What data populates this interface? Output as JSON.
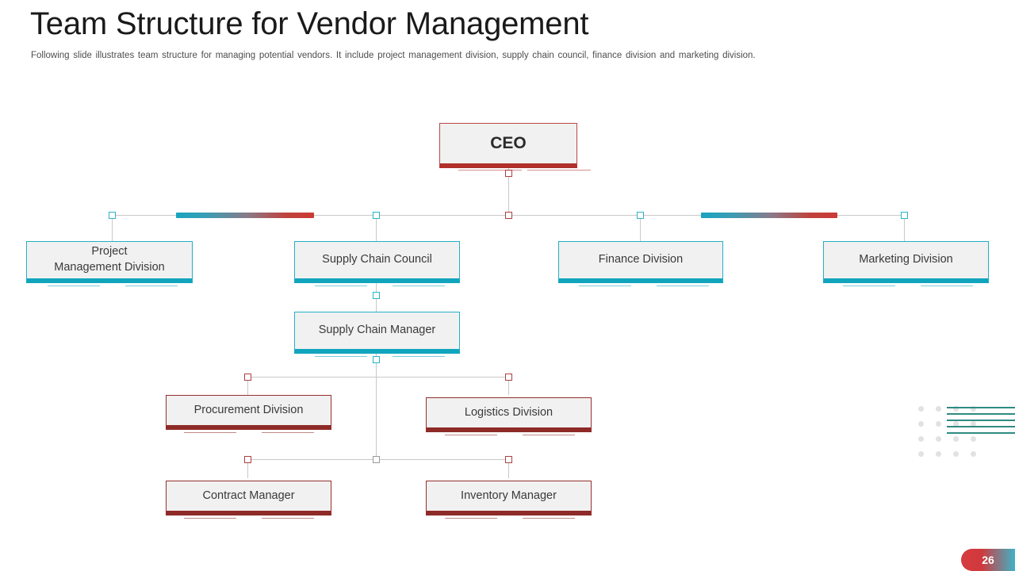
{
  "slide": {
    "title": "Team Structure for Vendor Management",
    "subtitle": "Following slide illustrates team structure for managing potential vendors. It include project management division, supply chain council, finance division and marketing division.",
    "page_number": "26"
  },
  "theme": {
    "red": "#b94a48",
    "red_bar": "#b0302c",
    "dark_red": "#93302e",
    "dark_red_bar": "#8e2b28",
    "teal": "#23b0c6",
    "teal_bar": "#11a5bd",
    "box_fill": "#f1f1f1",
    "connector": "#c9c9c9",
    "decor_line": "#2e8b83",
    "decor_dot": "#e2e2e2",
    "badge_gradient_from": "#d63a3f",
    "badge_gradient_to": "#3fb3c6"
  },
  "chart_data": {
    "type": "diagram",
    "title": "Team Structure for Vendor Management",
    "layout": "org-chart",
    "levels": 4,
    "nodes": [
      {
        "id": "ceo",
        "label": "CEO",
        "level": 1,
        "theme": "red",
        "parent": null
      },
      {
        "id": "pmd",
        "label": "Project\nManagement Division",
        "level": 2,
        "theme": "teal",
        "parent": "ceo"
      },
      {
        "id": "scc",
        "label": "Supply Chain Council",
        "level": 2,
        "theme": "teal",
        "parent": "ceo"
      },
      {
        "id": "fin",
        "label": "Finance Division",
        "level": 2,
        "theme": "teal",
        "parent": "ceo"
      },
      {
        "id": "mkt",
        "label": "Marketing Division",
        "level": 2,
        "theme": "teal",
        "parent": "ceo"
      },
      {
        "id": "scm",
        "label": "Supply Chain Manager",
        "level": 3,
        "theme": "teal",
        "parent": "scc"
      },
      {
        "id": "proc",
        "label": "Procurement Division",
        "level": 4,
        "theme": "darkred",
        "parent": "scm"
      },
      {
        "id": "log",
        "label": "Logistics Division",
        "level": 4,
        "theme": "darkred",
        "parent": "scm"
      },
      {
        "id": "contract",
        "label": "Contract Manager",
        "level": 5,
        "theme": "darkred",
        "parent": "proc"
      },
      {
        "id": "inventory",
        "label": "Inventory Manager",
        "level": 5,
        "theme": "darkred",
        "parent": "log"
      }
    ],
    "node_labels": {
      "ceo": "CEO",
      "pmd_line1": "Project",
      "pmd_line2": "Management Division",
      "scc": "Supply Chain Council",
      "fin": "Finance Division",
      "mkt": "Marketing Division",
      "scm": "Supply Chain Manager",
      "proc": "Procurement Division",
      "log": "Logistics Division",
      "contract": "Contract Manager",
      "inventory": "Inventory Manager"
    }
  }
}
